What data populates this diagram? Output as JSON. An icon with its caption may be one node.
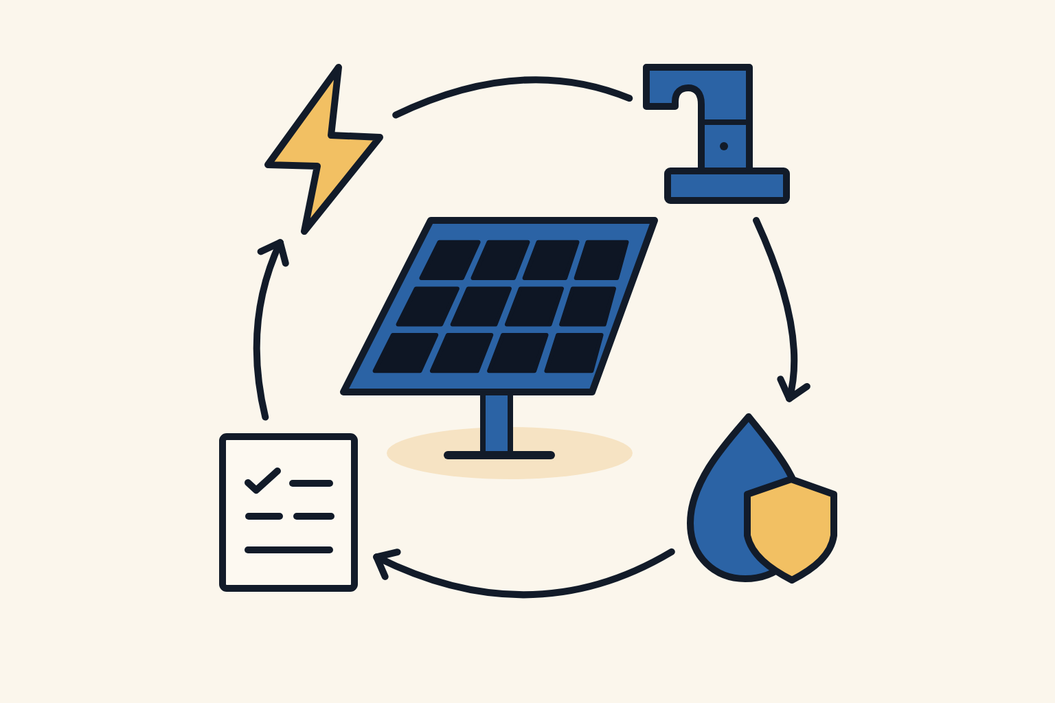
{
  "diagram": {
    "nodes": [
      {
        "text": [],
        "shape": "picture"
      },
      {
        "text": [],
        "shape": "picture"
      },
      {
        "text": [],
        "shape": "picture"
      },
      {
        "text": [],
        "shape": "picture"
      },
      {
        "text": [],
        "shape": "picture"
      }
    ],
    "edges": [
      {
        "from": 0,
        "to": 1,
        "arrow": "none"
      },
      {
        "from": 1,
        "to": 4,
        "arrow": "to"
      },
      {
        "from": 4,
        "to": 3,
        "arrow": "to"
      },
      {
        "from": 3,
        "to": 0,
        "arrow": "to"
      }
    ]
  }
}
